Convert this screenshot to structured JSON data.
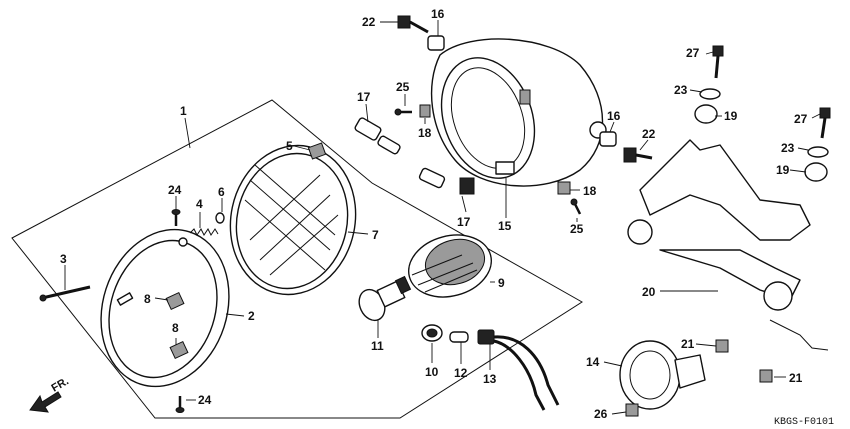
{
  "drawing_code": "KBGS-F0101",
  "direction_label": "FR.",
  "callouts": {
    "c1": "1",
    "c2": "2",
    "c3": "3",
    "c4": "4",
    "c5": "5",
    "c6": "6",
    "c7": "7",
    "c8a": "8",
    "c8b": "8",
    "c9": "9",
    "c10": "10",
    "c11": "11",
    "c12": "12",
    "c13": "13",
    "c14": "14",
    "c15": "15",
    "c16a": "16",
    "c16b": "16",
    "c17a": "17",
    "c17b": "17",
    "c18a": "18",
    "c18b": "18",
    "c19a": "19",
    "c19b": "19",
    "c20": "20",
    "c21a": "21",
    "c21b": "21",
    "c22a": "22",
    "c22b": "22",
    "c23a": "23",
    "c23b": "23",
    "c24a": "24",
    "c24b": "24",
    "c25a": "25",
    "c25b": "25",
    "c26": "26",
    "c27a": "27",
    "c27b": "27"
  },
  "icons": {
    "direction": "arrow-down-left-icon"
  }
}
